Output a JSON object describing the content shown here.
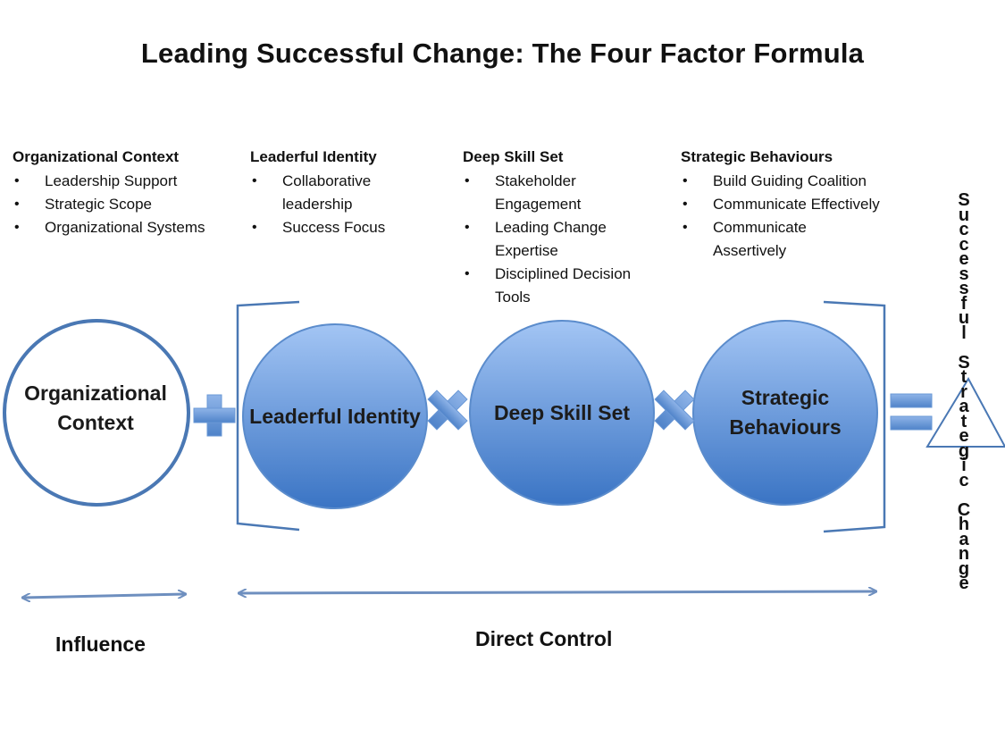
{
  "title": "Leading Successful Change:  The Four Factor Formula",
  "columns": {
    "organizational_context": {
      "heading": "Organizational Context",
      "items": [
        "Leadership Support",
        "Strategic Scope",
        "Organizational Systems"
      ]
    },
    "leaderful_identity": {
      "heading": "Leaderful Identity",
      "items": [
        "Collaborative leadership",
        "Success Focus"
      ]
    },
    "deep_skill_set": {
      "heading": "Deep Skill Set",
      "items": [
        "Stakeholder Engagement",
        "Leading Change Expertise",
        "Disciplined Decision Tools"
      ]
    },
    "strategic_behaviours": {
      "heading": "Strategic Behaviours",
      "items": [
        "Build Guiding Coalition",
        "Communicate Effectively",
        "Communicate Assertively"
      ]
    }
  },
  "circles": {
    "organizational_context": "Organizational Context",
    "leaderful_identity": "Leaderful Identity",
    "deep_skill_set": "Deep Skill Set",
    "strategic_behaviours": "Strategic Behaviours"
  },
  "operators": {
    "plus": "+",
    "times_1": "×",
    "times_2": "×",
    "equals": "="
  },
  "arrows": {
    "influence": "Influence",
    "direct_control": "Direct Control"
  },
  "result_vertical": "Successful Strategic Change",
  "colors": {
    "circle_outline": "#4a78b4",
    "circle_fill_top": "#9cc0f2",
    "circle_fill_bottom": "#3d78c6",
    "operator_fill": "#6a98d6",
    "bracket": "#4a78b4",
    "arrow": "#6e8fbf"
  }
}
